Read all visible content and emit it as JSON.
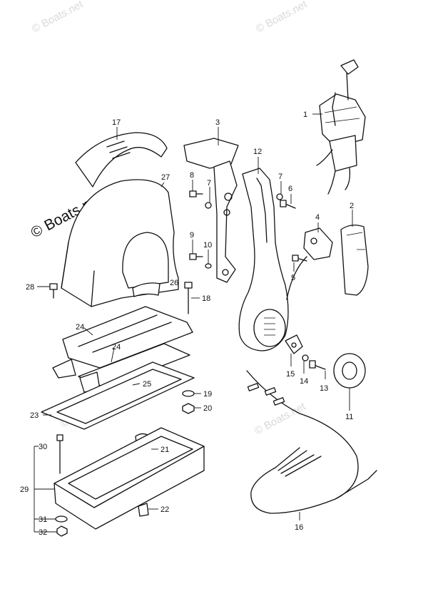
{
  "watermark": {
    "small": "© Boats.net",
    "large": "© Boats.net"
  },
  "callouts": [
    {
      "id": "p1",
      "label": "1"
    },
    {
      "id": "p2",
      "label": "2"
    },
    {
      "id": "p3",
      "label": "3"
    },
    {
      "id": "p4",
      "label": "4"
    },
    {
      "id": "p5",
      "label": "5"
    },
    {
      "id": "p6",
      "label": "6"
    },
    {
      "id": "p7a",
      "label": "7"
    },
    {
      "id": "p7b",
      "label": "7"
    },
    {
      "id": "p8",
      "label": "8"
    },
    {
      "id": "p9",
      "label": "9"
    },
    {
      "id": "p10",
      "label": "10"
    },
    {
      "id": "p11",
      "label": "11"
    },
    {
      "id": "p12",
      "label": "12"
    },
    {
      "id": "p13",
      "label": "13"
    },
    {
      "id": "p14",
      "label": "14"
    },
    {
      "id": "p15",
      "label": "15"
    },
    {
      "id": "p16",
      "label": "16"
    },
    {
      "id": "p17",
      "label": "17"
    },
    {
      "id": "p18",
      "label": "18"
    },
    {
      "id": "p19",
      "label": "19"
    },
    {
      "id": "p20",
      "label": "20"
    },
    {
      "id": "p21",
      "label": "21"
    },
    {
      "id": "p22",
      "label": "22"
    },
    {
      "id": "p23",
      "label": "23"
    },
    {
      "id": "p24a",
      "label": "24"
    },
    {
      "id": "p24b",
      "label": "24"
    },
    {
      "id": "p25",
      "label": "25"
    },
    {
      "id": "p26",
      "label": "26"
    },
    {
      "id": "p27",
      "label": "27"
    },
    {
      "id": "p28",
      "label": "28"
    },
    {
      "id": "p29",
      "label": "29"
    },
    {
      "id": "p30",
      "label": "30"
    },
    {
      "id": "p31",
      "label": "31"
    },
    {
      "id": "p32",
      "label": "32"
    }
  ]
}
